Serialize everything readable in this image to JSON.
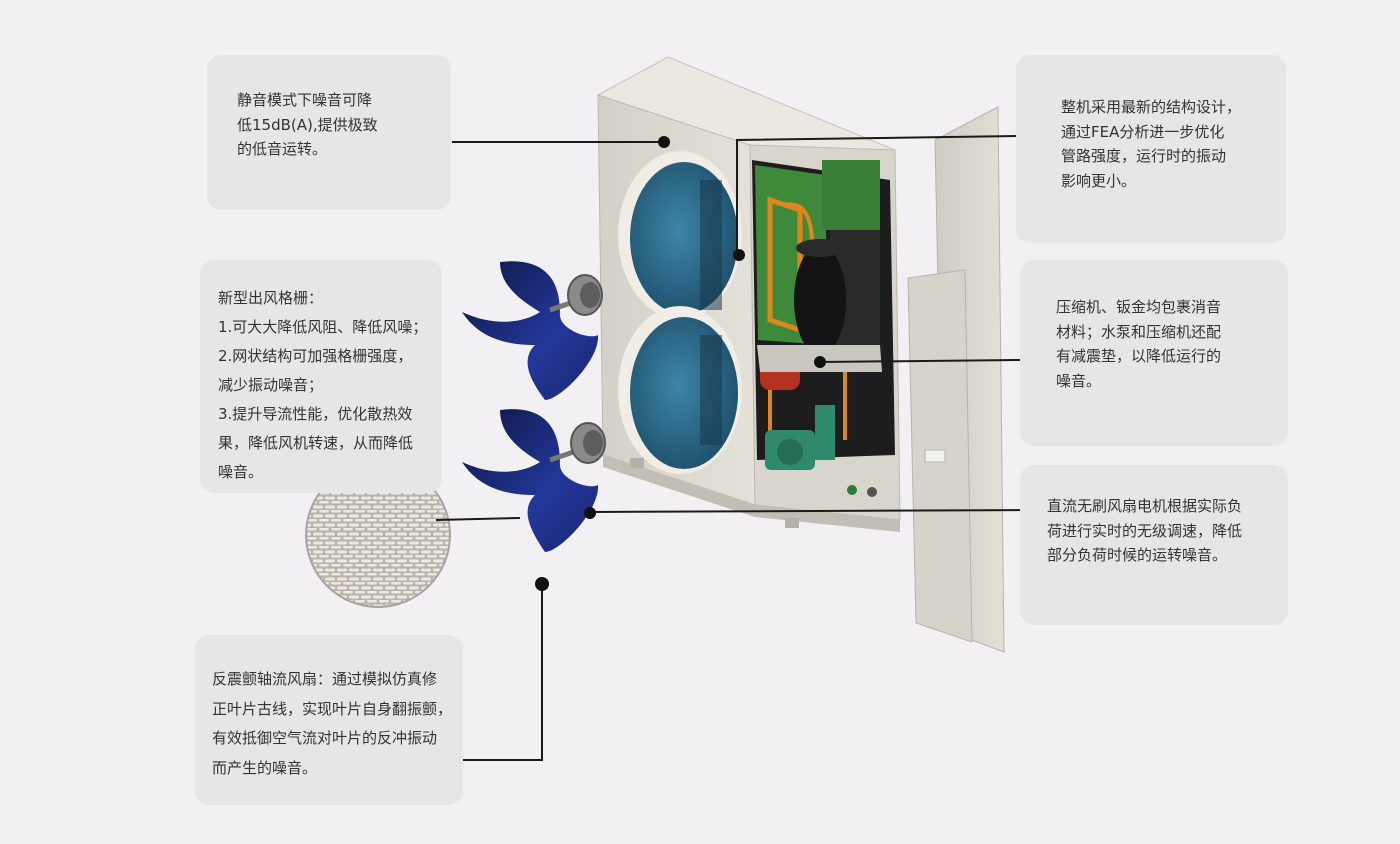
{
  "callouts": {
    "silent_mode": {
      "lines": [
        "静音模式下噪音可降",
        "低15dB(A),提供极致",
        "的低音运转。"
      ]
    },
    "structure": {
      "lines": [
        "整机采用最新的结构设计，",
        "通过FEA分析进一步优化",
        "管路强度，运行时的振动",
        "影响更小。"
      ]
    },
    "grille": {
      "lines": [
        "新型出风格栅：",
        "1.可大大降低风阻、降低风噪；",
        "2.网状结构可加强格栅强度，",
        "减少振动噪音；",
        "3.提升导流性能，优化散热效",
        "果，降低风机转速，从而降低",
        "噪音。"
      ]
    },
    "compressor": {
      "lines": [
        "压缩机、钣金均包裹消音",
        "材料；水泵和压缩机还配",
        "有减震垫，以降低运行的",
        "噪音。"
      ]
    },
    "dc_motor": {
      "lines": [
        "直流无刷风扇电机根据实际负",
        "荷进行实时的无级调速，降低",
        "部分负荷时候的运转噪音。"
      ]
    },
    "fan": {
      "lines": [
        "反震颤轴流风扇：通过模拟仿真修",
        "正叶片古线，实现叶片自身翻振颤，",
        "有效抵御空气流对叶片的反冲振动",
        "而产生的噪音。"
      ]
    }
  },
  "colors": {
    "background": "#f2f0f3",
    "callout_bg": "#e6e5e8",
    "leader_line": "#1a1a1a",
    "unit_shell": "#d9d6cd",
    "fan_blade": "#1e2f8a",
    "fan_window": "#2f6e8f",
    "circuit_board": "#3f8a3a",
    "pipe": "#e0861e",
    "pump": "#2e8a6a"
  },
  "icons": [
    "outdoor-unit-illustration",
    "fan-blade-icon",
    "fan-motor-icon",
    "grille-mesh-icon"
  ]
}
